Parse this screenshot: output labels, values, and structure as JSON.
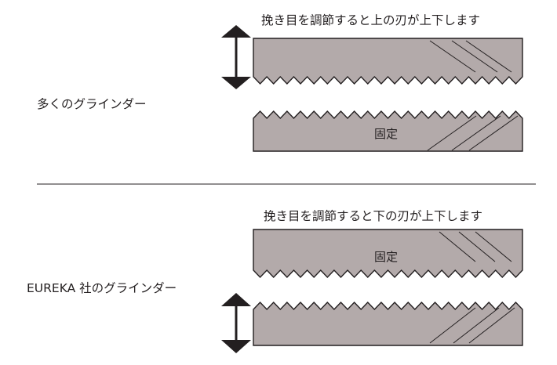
{
  "top_section": {
    "caption": "挽き目を調節すると上の刃が上下します",
    "label": "多くのグラインダー",
    "fixed_label": "固定",
    "moving_blade": "upper",
    "arrow_icon": "up-down-arrow-icon"
  },
  "bottom_section": {
    "caption": "挽き目を調節すると下の刃が上下します",
    "label": "EUREKA 社のグラインダー",
    "fixed_label": "固定",
    "moving_blade": "lower",
    "arrow_icon": "up-down-arrow-icon"
  },
  "colors": {
    "blade_fill": "#b3aaaa",
    "stroke": "#231f20",
    "text": "#231f20",
    "divider": "#231f20"
  }
}
